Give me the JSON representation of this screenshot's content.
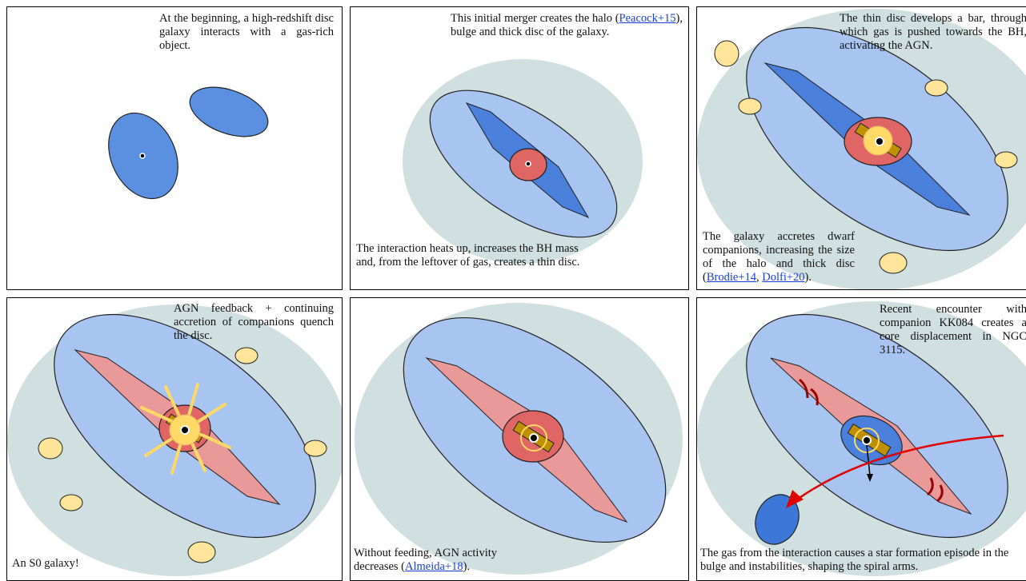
{
  "colors": {
    "halo": "#d0dfe0",
    "thick_disc": "#a8c4f0",
    "thin_disc": "#4a7fdb",
    "bulge_active": "#e06666",
    "bar_quenched": "#ea9999",
    "agn_glow": "#ffd966",
    "bar_gold": "#bf9000",
    "companion": "#ffe599",
    "spiral_arm": "#990000",
    "orbit_arrow": "#e00000",
    "link": "#1a3fd6"
  },
  "panels": [
    {
      "id": "p1",
      "text_top": "At the beginning, a high-redshift disc galaxy interacts with a gas-rich object."
    },
    {
      "id": "p2",
      "text_top_before": "This initial merger creates the halo (",
      "text_top_link": "Peacock+15",
      "text_top_after": "), bulge and thick disc of the galaxy.",
      "text_bottom": "The interaction heats up, increases the BH mass and, from the leftover of gas, creates a thin disc."
    },
    {
      "id": "p3",
      "text_top": "The thin disc develops a bar, through which gas is pushed towards the BH, activating the AGN.",
      "text_bottom_before": "The galaxy accretes dwarf companions, increasing the size of the halo and thick disc (",
      "text_bottom_link1": "Brodie+14",
      "text_bottom_sep": ", ",
      "text_bottom_link2": "Dolfi+20",
      "text_bottom_after": ")."
    },
    {
      "id": "p4",
      "text_top": "AGN feedback + continuing accretion of companions quench the disc.",
      "text_bottom": "An S0 galaxy!"
    },
    {
      "id": "p5",
      "text_bottom_before": "Without feeding, AGN activity decreases (",
      "text_bottom_link": "Almeida+18",
      "text_bottom_after": ")."
    },
    {
      "id": "p6",
      "text_top": "Recent encounter with companion KK084 creates a core displacement in NGC 3115.",
      "text_bottom": "The gas from the interaction causes a star formation episode in the bulge and instabilities, shaping the spiral arms."
    }
  ]
}
